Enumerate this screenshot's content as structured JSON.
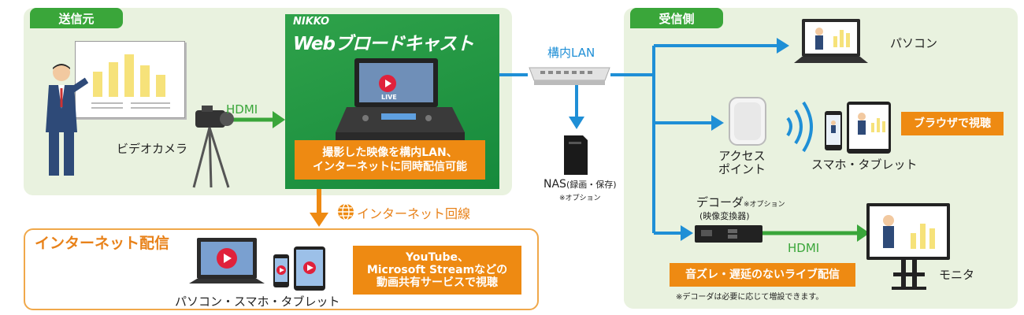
{
  "sender": {
    "tag": "送信元",
    "camera_label": "ビデオカメラ",
    "hdmi": "HDMI"
  },
  "product": {
    "brand": "NIKKO",
    "name": "Webブロードキャスト",
    "live": "LIVE",
    "description_line1": "撮影した映像を構内LAN、",
    "description_line2": "インターネットに同時配信可能"
  },
  "network": {
    "lan_label": "構内LAN",
    "internet_label": "インターネット回線",
    "nas_label": "NAS",
    "nas_sub": "(録画・保存)",
    "nas_option": "※オプション"
  },
  "internet": {
    "tag": "インターネット配信",
    "devices_label": "パソコン・スマホ・タブレット",
    "callout_line1": "YouTube、",
    "callout_line2": "Microsoft Streamなどの",
    "callout_line3": "動画共有サービスで視聴"
  },
  "receiver": {
    "tag": "受信側",
    "pc_label": "パソコン",
    "ap_line1": "アクセス",
    "ap_line2": "ポイント",
    "mobile_label": "スマホ・タブレット",
    "browser_callout": "ブラウザで視聴",
    "decoder_label": "デコーダ",
    "decoder_option": "※オプション",
    "decoder_sub": "(映像変換器)",
    "hdmi": "HDMI",
    "monitor_label": "モニタ",
    "live_callout": "音ズレ・遅延のないライブ配信",
    "note": "※デコーダは必要に応じて増設できます。"
  }
}
